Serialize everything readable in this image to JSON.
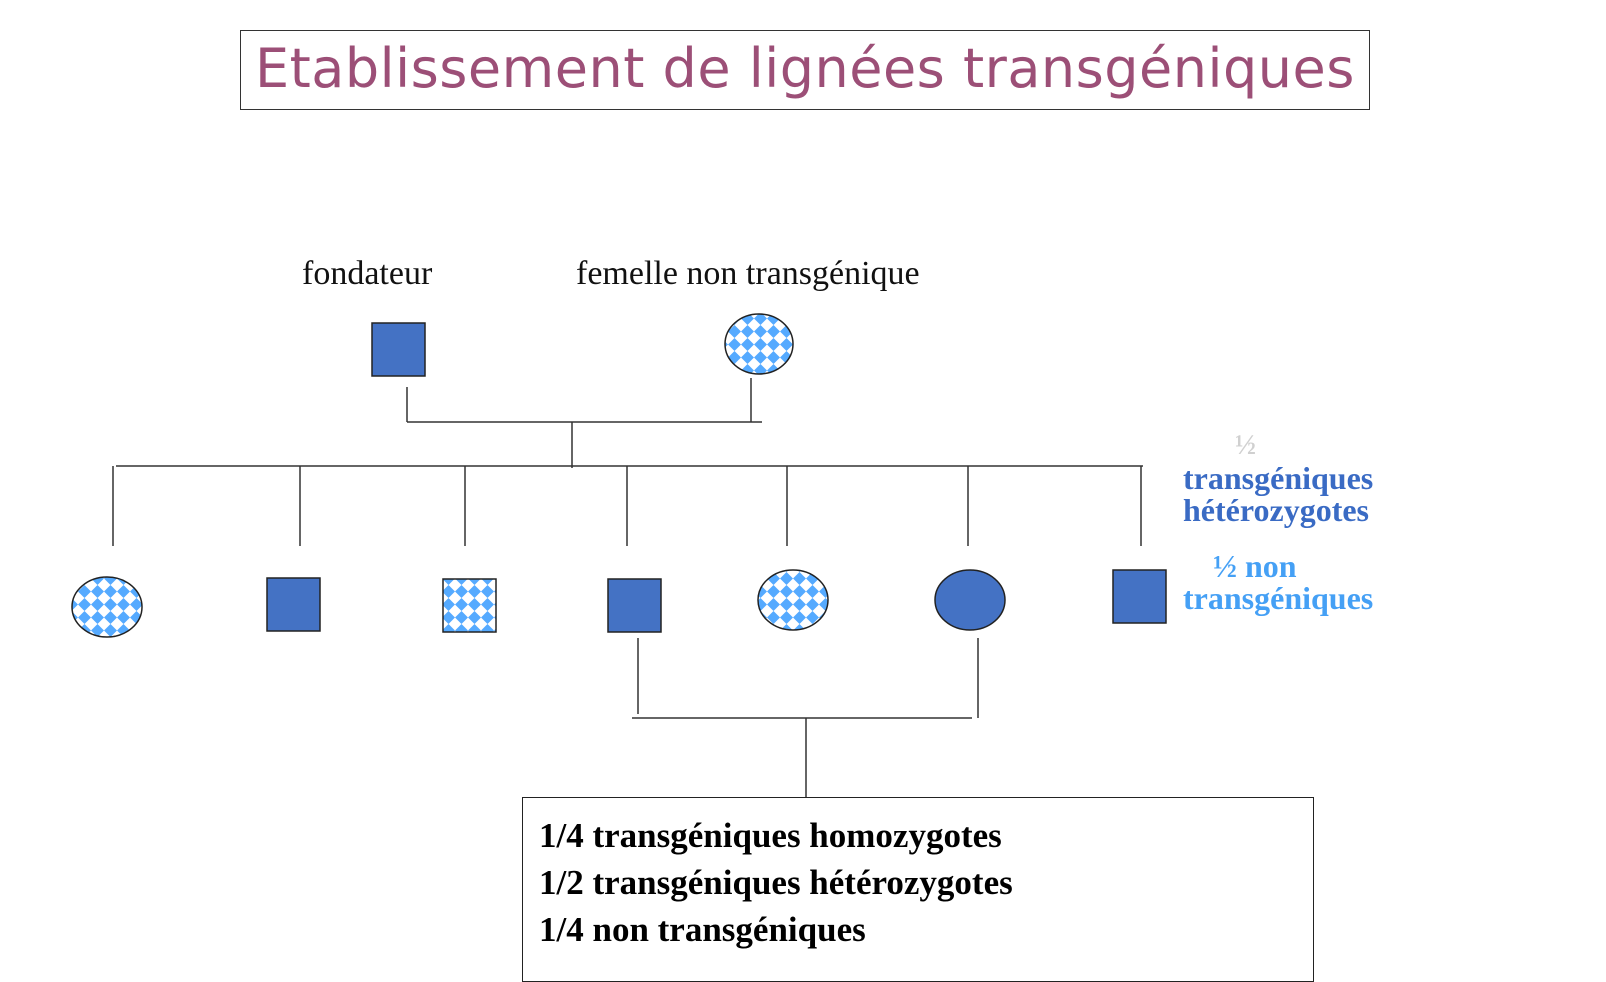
{
  "title": "Etablissement de lignées transgéniques",
  "parents": {
    "founder_label": "fondateur",
    "female_label": "femelle non transgénique"
  },
  "legend": {
    "half_faint": "½",
    "transgenic_1": "transgéniques",
    "transgenic_2": "hétérozygotes",
    "non_1": "½ non",
    "non_2": "transgéniques"
  },
  "offspring": [
    {
      "shape": "circle",
      "status": "non-transgenic"
    },
    {
      "shape": "square",
      "status": "transgenic"
    },
    {
      "shape": "square",
      "status": "non-transgenic"
    },
    {
      "shape": "square",
      "status": "transgenic"
    },
    {
      "shape": "circle",
      "status": "non-transgenic"
    },
    {
      "shape": "circle",
      "status": "transgenic"
    },
    {
      "shape": "square",
      "status": "transgenic"
    }
  ],
  "results": [
    "1/4 transgéniques homozygotes",
    "1/2 transgéniques hétérozygotes",
    "1/4 non transgéniques"
  ],
  "colors": {
    "title": "#9c4f77",
    "transgenic_fill": "#4472c4",
    "pattern_light": "#55aaff",
    "legend_dark": "#3a6bc4",
    "legend_light": "#45a0f5"
  }
}
